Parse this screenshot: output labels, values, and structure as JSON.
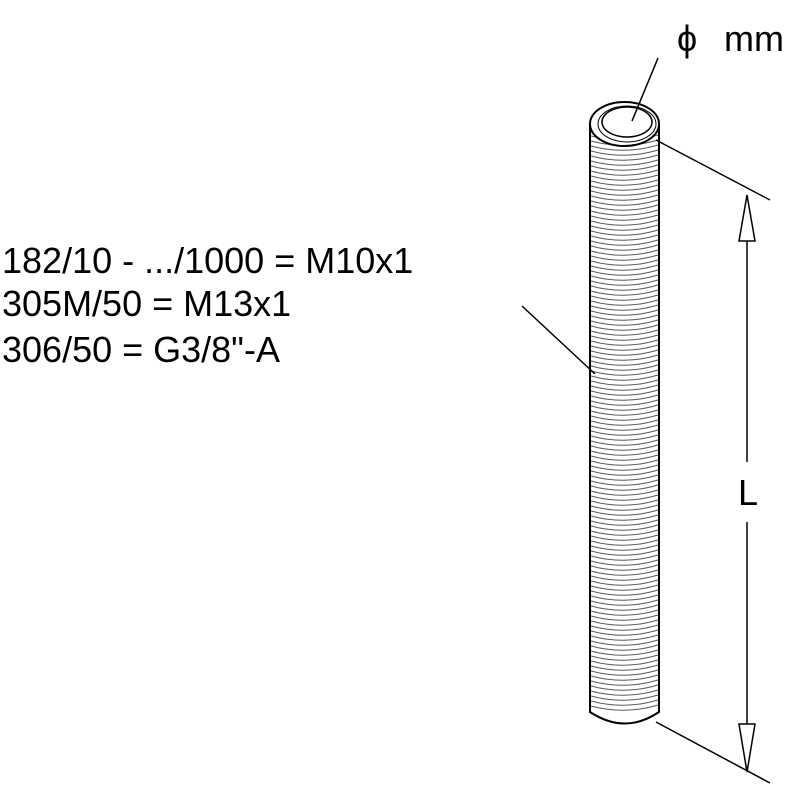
{
  "diameter_label": {
    "symbol": "ϕ",
    "unit": "mm"
  },
  "spec_lines": [
    "182/10 - .../1000 = M10x1",
    "305M/50 = M13x1",
    "306/50 = G3/8\"-A"
  ],
  "length_label": "L",
  "colors": {
    "line": "#000000",
    "thread": "#5a5a5a",
    "background": "#ffffff"
  }
}
